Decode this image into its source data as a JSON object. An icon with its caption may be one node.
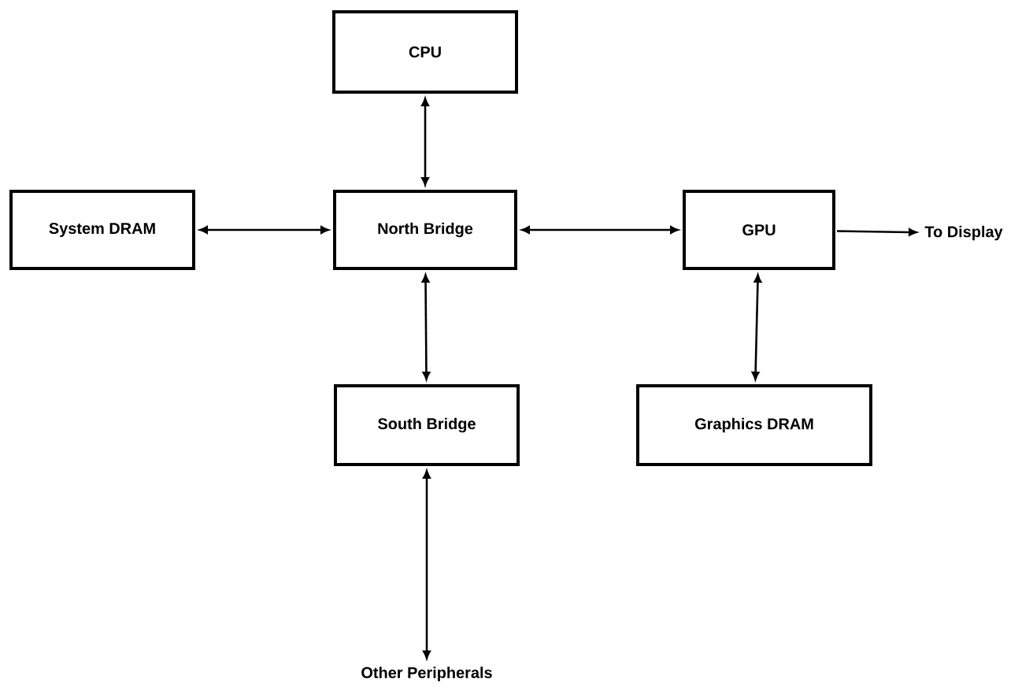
{
  "diagram": {
    "nodes": [
      {
        "text": [
          "CPU"
        ]
      },
      {
        "text": [
          "System DRAM"
        ]
      },
      {
        "text": [
          "North Bridge"
        ]
      },
      {
        "text": [
          "GPU"
        ]
      },
      {
        "text": [
          "To Display"
        ]
      },
      {
        "text": [
          "South Bridge"
        ]
      },
      {
        "text": [
          "Graphics DRAM"
        ]
      },
      {
        "text": [
          "Other Peripherals"
        ]
      }
    ],
    "edges": [
      {
        "from": 0,
        "to": 2,
        "arrow": "both"
      },
      {
        "from": 1,
        "to": 2,
        "arrow": "both"
      },
      {
        "from": 2,
        "to": 3,
        "arrow": "both"
      },
      {
        "from": 3,
        "to": 4,
        "arrow": "to"
      },
      {
        "from": 2,
        "to": 5,
        "arrow": "both"
      },
      {
        "from": 3,
        "to": 6,
        "arrow": "both"
      },
      {
        "from": 5,
        "to": 7,
        "arrow": "both"
      }
    ]
  }
}
